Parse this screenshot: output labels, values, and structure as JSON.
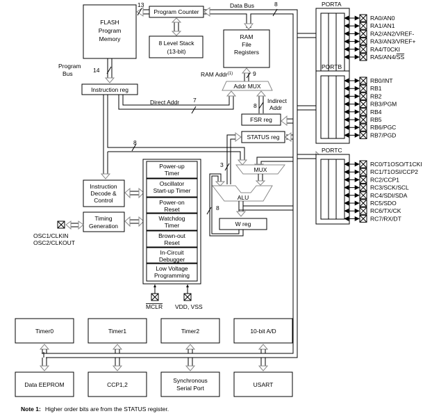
{
  "diagram": {
    "blocks": {
      "flash": [
        "FLASH",
        "Program",
        "Memory"
      ],
      "program_counter": "Program Counter",
      "stack": [
        "8 Level Stack",
        "(13-bit)"
      ],
      "ram": [
        "RAM",
        "File",
        "Registers"
      ],
      "instruction_reg": "Instruction reg",
      "addr_mux": "Addr MUX",
      "fsr": "FSR reg",
      "status": "STATUS reg",
      "mux": "MUX",
      "alu": "ALU",
      "wreg": "W reg",
      "decode": [
        "Instruction",
        "Decode &",
        "Control"
      ],
      "timing": [
        "Timing",
        "Generation"
      ]
    },
    "labels": {
      "data_bus": "Data Bus",
      "program_bus": [
        "Program",
        "Bus"
      ],
      "ram_addr": "RAM Addr",
      "ram_addr_sup": "(1)",
      "direct_addr": "Direct Addr",
      "indirect_addr": [
        "Indirect",
        "Addr"
      ],
      "osc": [
        "OSC1/CLKIN",
        "OSC2/CLKOUT"
      ],
      "mclr": "MCLR",
      "vdd": "VDD, VSS"
    },
    "bus_widths": {
      "pc": "13",
      "data_bus": "8",
      "program_bus": "14",
      "ram_addr": "9",
      "direct": "7",
      "indirect": "8",
      "ir_bus": "8",
      "status_alu": "3",
      "w_feedback": "8"
    },
    "supervisory": [
      [
        "Power-up",
        "Timer"
      ],
      [
        "Oscillator",
        "Start-up Timer"
      ],
      [
        "Power-on",
        "Reset"
      ],
      [
        "Watchdog",
        "Timer"
      ],
      [
        "Brown-out",
        "Reset"
      ],
      [
        "In-Circuit",
        "Debugger"
      ],
      [
        "Low Voltage",
        "Programming"
      ]
    ],
    "ports": [
      {
        "name": "PORTA",
        "pins": [
          "RA0/AN0",
          "RA1/AN1",
          "RA2/AN2/VREF-",
          "RA3/AN3/VREF+",
          "RA4/T0CKI",
          "RA5/AN4/SS"
        ]
      },
      {
        "name": "PORTB",
        "pins": [
          "RB0/INT",
          "RB1",
          "RB2",
          "RB3/PGM",
          "RB4",
          "RB5",
          "RB6/PGC",
          "RB7/PGD"
        ]
      },
      {
        "name": "PORTC",
        "pins": [
          "RC0/T1OSO/T1CKI",
          "RC1/T1OSI/CCP2",
          "RC2/CCP1",
          "RC3/SCK/SCL",
          "RC4/SDI/SDA",
          "RC5/SDO",
          "RC6/TX/CK",
          "RC7/RX/DT"
        ]
      }
    ],
    "peripherals_top": [
      "Timer0",
      "Timer1",
      "Timer2",
      "10-bit A/D"
    ],
    "peripherals_bottom": [
      [
        "Data EEPROM"
      ],
      [
        "CCP1,2"
      ],
      [
        "Synchronous",
        "Serial Port"
      ],
      [
        "USART"
      ]
    ],
    "note": {
      "prefix": "Note  1:",
      "text": "Higher order bits are from the STATUS register."
    }
  }
}
